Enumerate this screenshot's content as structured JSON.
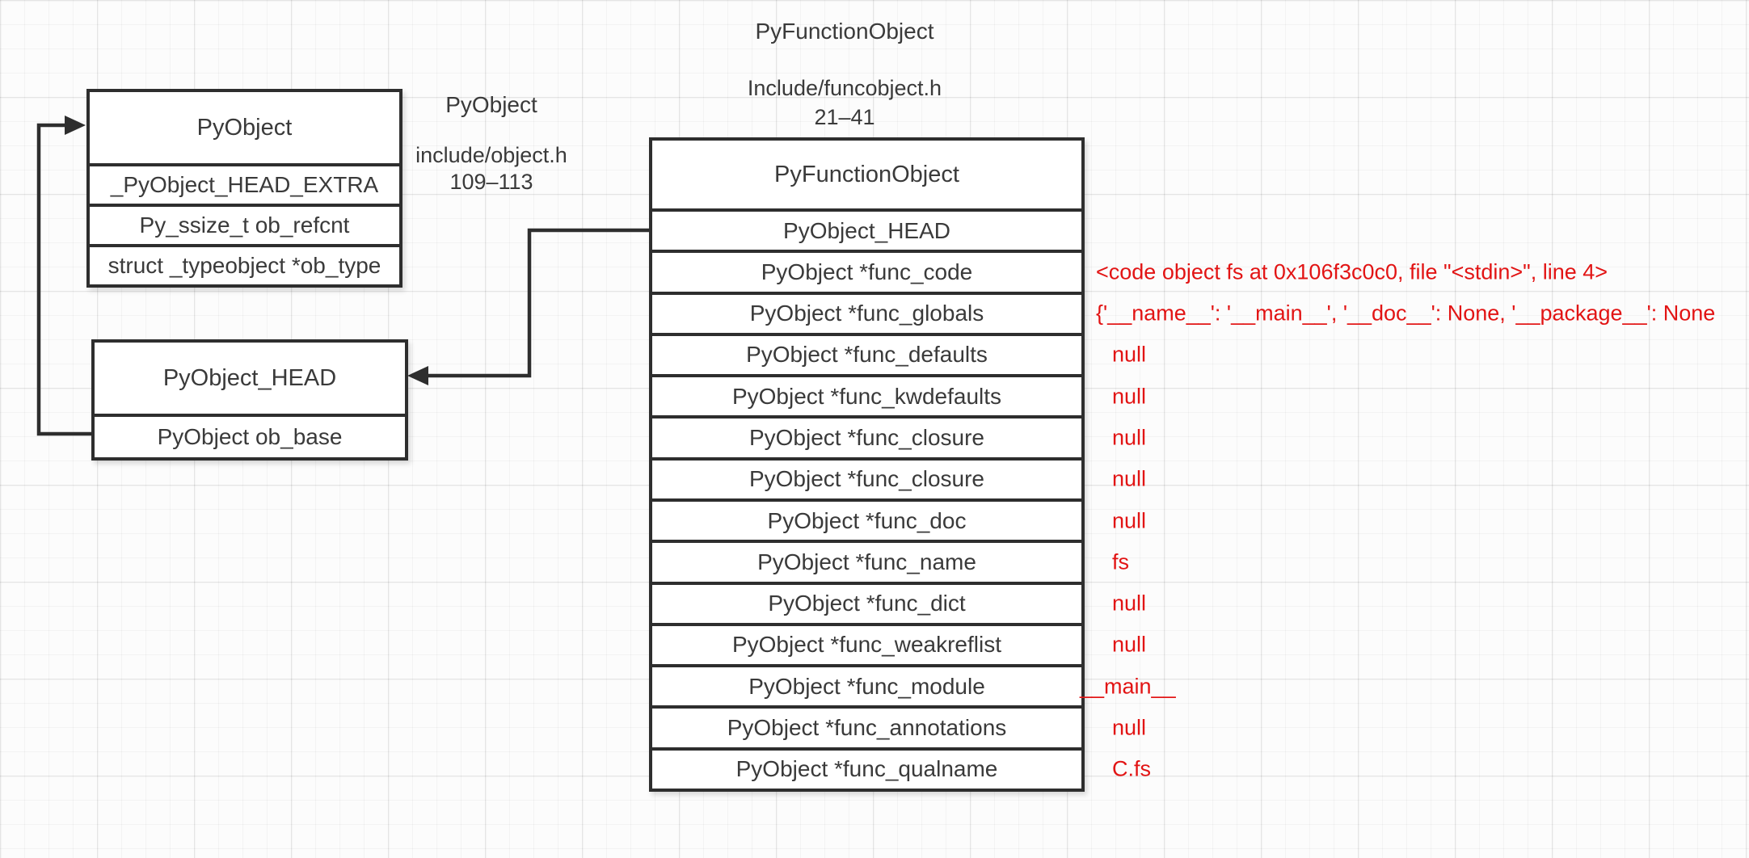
{
  "title_block": {
    "title": "PyFunctionObject",
    "file": "Include/funcobject.h",
    "lines": "21–41"
  },
  "pyobject_label": {
    "title": "PyObject",
    "file": "include/object.h",
    "lines": "109–113"
  },
  "boxes": {
    "pyobject": {
      "header": "PyObject",
      "rows": [
        {
          "label": "_PyObject_HEAD_EXTRA",
          "value": ""
        },
        {
          "label": "Py_ssize_t ob_refcnt",
          "value": ""
        },
        {
          "label": "struct _typeobject *ob_type",
          "value": ""
        }
      ]
    },
    "pyobject_head": {
      "header": "PyObject_HEAD",
      "rows": [
        {
          "label": "PyObject ob_base",
          "value": ""
        }
      ]
    },
    "pyfunctionobject": {
      "header": "PyFunctionObject",
      "rows": [
        {
          "label": "PyObject_HEAD",
          "value": ""
        },
        {
          "label": "PyObject *func_code",
          "value": "<code object fs at 0x106f3c0c0, file \"<stdin>\", line 4>"
        },
        {
          "label": "PyObject *func_globals",
          "value": "{'__name__': '__main__', '__doc__': None, '__package__': None"
        },
        {
          "label": "PyObject *func_defaults",
          "value": "null"
        },
        {
          "label": "PyObject *func_kwdefaults",
          "value": "null"
        },
        {
          "label": "PyObject *func_closure",
          "value": "null"
        },
        {
          "label": "PyObject *func_closure",
          "value": "null"
        },
        {
          "label": "PyObject *func_doc",
          "value": "null"
        },
        {
          "label": "PyObject *func_name",
          "value": "fs"
        },
        {
          "label": "PyObject *func_dict",
          "value": "null"
        },
        {
          "label": "PyObject *func_weakreflist",
          "value": "null"
        },
        {
          "label": "PyObject *func_module",
          "value": "__main__"
        },
        {
          "label": "PyObject *func_annotations",
          "value": "null"
        },
        {
          "label": "PyObject *func_qualname",
          "value": "C.fs"
        }
      ]
    }
  },
  "colors": {
    "stroke": "#2e2e2e",
    "text": "#3a3a3a",
    "annotation_red": "#e21414",
    "background": "#fcfcfc"
  }
}
